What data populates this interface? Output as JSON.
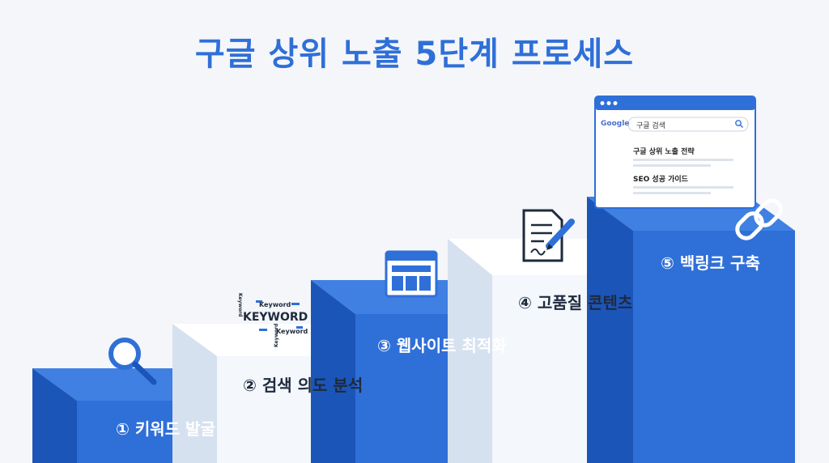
{
  "title": "구글 상위 노출 5단계 프로세스",
  "steps": [
    {
      "label": "① 키워드 발굴",
      "icon": "magnifier-icon"
    },
    {
      "label": "② 검색 의도 분석",
      "icon": "keyword-cloud-icon"
    },
    {
      "label": "③ 웹사이트 최적화",
      "icon": "website-layout-icon"
    },
    {
      "label": "④ 고품질 콘텐츠",
      "icon": "document-pen-icon"
    },
    {
      "label": "⑤ 백링크 구축",
      "icon": "chain-link-icon"
    }
  ],
  "keyword_cloud": {
    "main": "KEYWORD",
    "small_top": "Keyword",
    "small_bottom": "Keyword",
    "small_left": "Keyword",
    "small_right": "Keyword"
  },
  "browser": {
    "brand": "Google",
    "search_query": "구글 검색",
    "results": [
      "구글 상위 노출 전략",
      "SEO 성공 가이드"
    ]
  },
  "colors": {
    "blue": "#2f6fd8",
    "blue_dark": "#1c55b8",
    "white_block": "#f4f7fb",
    "white_side": "#d8e2f0"
  }
}
